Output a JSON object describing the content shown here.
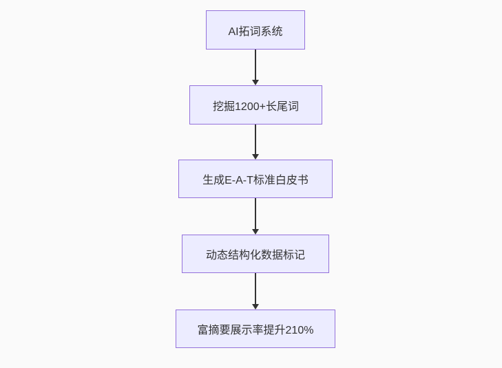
{
  "diagram": {
    "type": "flowchart-vertical",
    "theme": {
      "background": "#fafafa",
      "node_fill": "#ECECFF",
      "node_border": "#9370DB",
      "arrow_color": "#333333",
      "text_color": "#333333"
    },
    "nodes": [
      {
        "id": "A",
        "label": "AI拓词系统"
      },
      {
        "id": "B",
        "label": "挖掘1200+长尾词"
      },
      {
        "id": "C",
        "label": "生成E-A-T标准白皮书"
      },
      {
        "id": "D",
        "label": "动态结构化数据标记"
      },
      {
        "id": "E",
        "label": "富摘要展示率提升210%"
      }
    ],
    "edges": [
      {
        "from": "A",
        "to": "B",
        "arrow": "down"
      },
      {
        "from": "B",
        "to": "C",
        "arrow": "down"
      },
      {
        "from": "C",
        "to": "D",
        "arrow": "down"
      },
      {
        "from": "D",
        "to": "E",
        "arrow": "down"
      }
    ]
  }
}
